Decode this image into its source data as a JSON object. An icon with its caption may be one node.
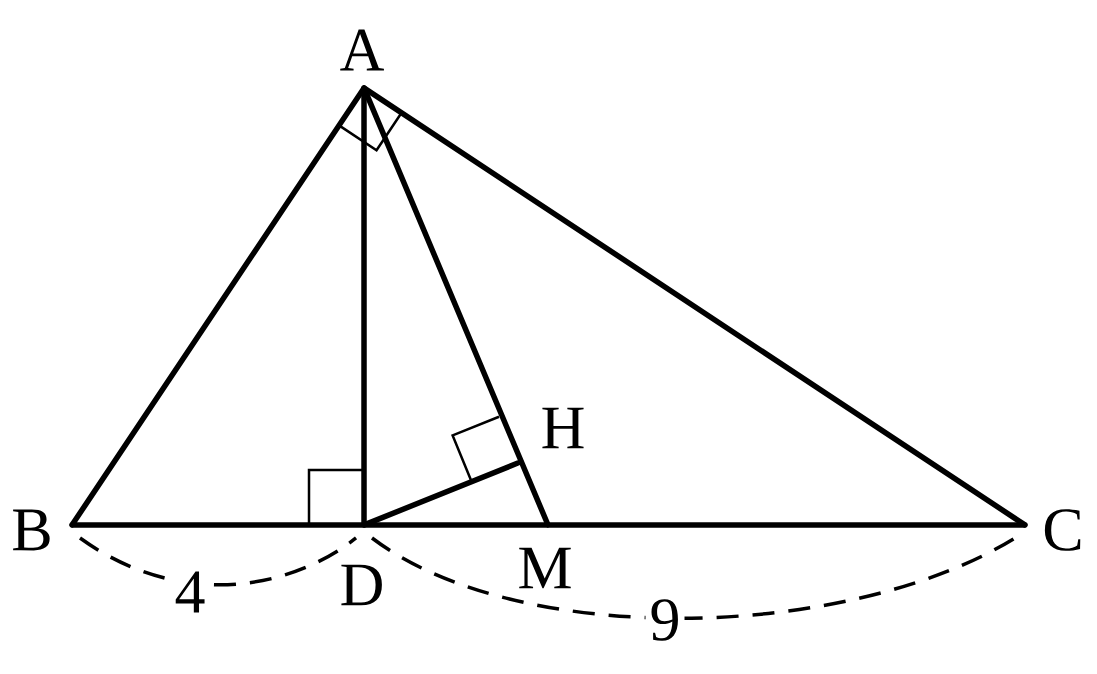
{
  "diagram": {
    "nodes": [
      {
        "text": [
          "A"
        ]
      },
      {
        "text": [
          "B"
        ]
      },
      {
        "text": [
          "C"
        ]
      },
      {
        "text": [
          "D"
        ]
      },
      {
        "text": [
          "H"
        ]
      },
      {
        "text": [
          "M"
        ]
      }
    ],
    "edges": [
      {
        "from": 0,
        "to": 1,
        "arrow": "none"
      },
      {
        "from": 0,
        "to": 2,
        "arrow": "none"
      },
      {
        "from": 1,
        "to": 2,
        "arrow": "none"
      },
      {
        "from": 0,
        "to": 3,
        "arrow": "none"
      },
      {
        "from": 0,
        "to": 5,
        "arrow": "none"
      },
      {
        "from": 3,
        "to": 4,
        "arrow": "none"
      }
    ],
    "labels": [
      "4",
      "9"
    ]
  }
}
